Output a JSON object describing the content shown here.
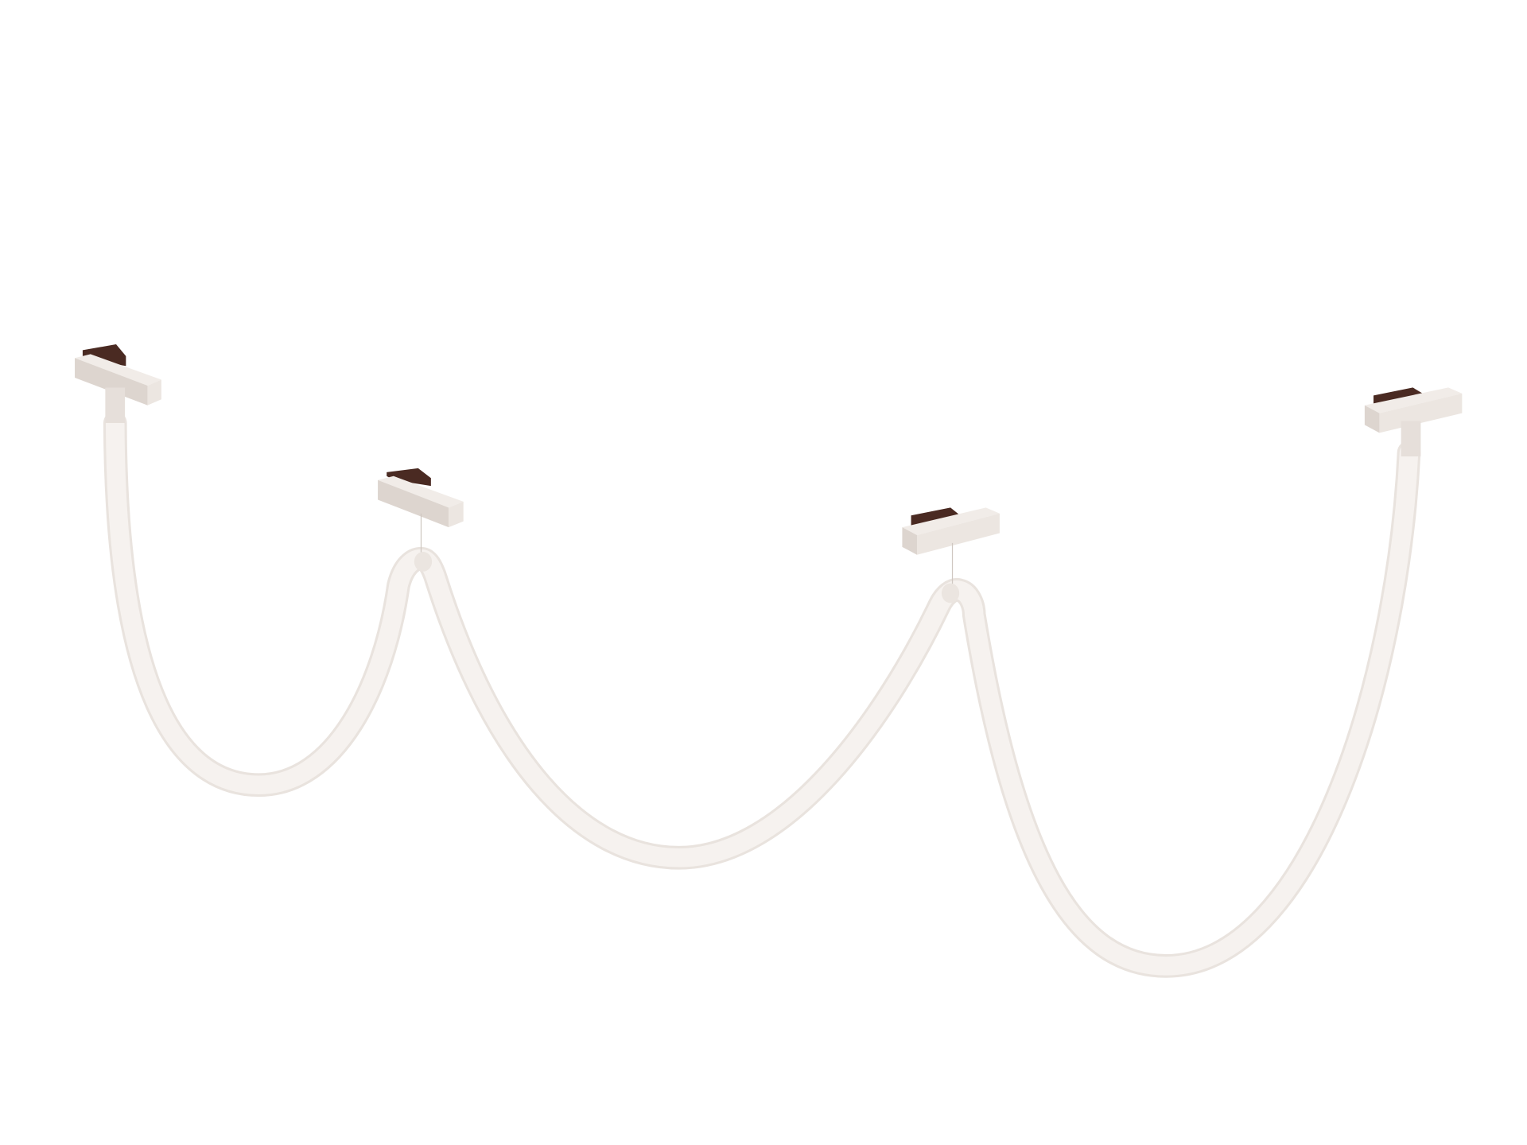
{
  "scene": {
    "subject": "suspended-flexible-light-tube",
    "colors": {
      "background": "#ffffff",
      "tube": "#f4f0ec",
      "tube_shadow": "#e9e3de",
      "housing": "#ece6e1",
      "housing_shade": "#d9d1cb",
      "connector": "#4a2a22"
    },
    "fixtures": [
      "end-mount-left",
      "mid-hook-left",
      "mid-hook-right",
      "end-mount-right"
    ]
  }
}
